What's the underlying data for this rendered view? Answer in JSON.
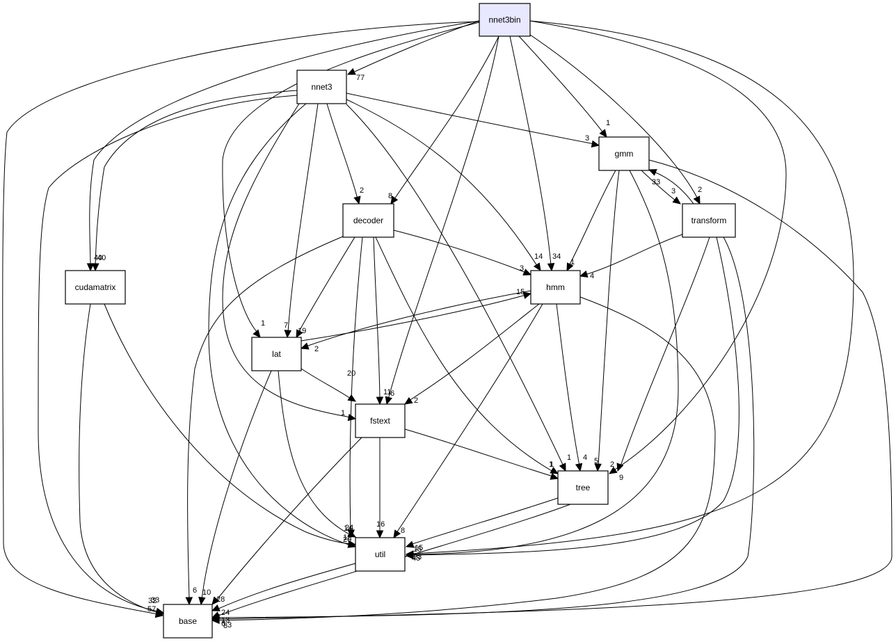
{
  "graph": {
    "nodes": {
      "nnet3bin": "nnet3bin",
      "nnet3": "nnet3",
      "gmm": "gmm",
      "decoder": "decoder",
      "transform": "transform",
      "cudamatrix": "cudamatrix",
      "hmm": "hmm",
      "lat": "lat",
      "fstext": "fstext",
      "tree": "tree",
      "util": "util",
      "base": "base"
    },
    "edges": [
      {
        "from": "nnet3bin",
        "to": "nnet3",
        "label": "77"
      },
      {
        "from": "nnet3bin",
        "to": "gmm",
        "label": "1"
      },
      {
        "from": "nnet3bin",
        "to": "decoder",
        "label": "8"
      },
      {
        "from": "nnet3bin",
        "to": "transform",
        "label": "2"
      },
      {
        "from": "nnet3bin",
        "to": "cudamatrix",
        "label": "40"
      },
      {
        "from": "nnet3bin",
        "to": "hmm",
        "label": "34"
      },
      {
        "from": "nnet3bin",
        "to": "lat",
        "label": "1"
      },
      {
        "from": "nnet3bin",
        "to": "fstext",
        "label": "6"
      },
      {
        "from": "nnet3bin",
        "to": "tree",
        "label": "9"
      },
      {
        "from": "nnet3bin",
        "to": "util",
        "label": "45"
      },
      {
        "from": "nnet3bin",
        "to": "base",
        "label": "57"
      },
      {
        "from": "nnet3",
        "to": "gmm",
        "label": "3"
      },
      {
        "from": "nnet3",
        "to": "decoder",
        "label": "2"
      },
      {
        "from": "nnet3",
        "to": "cudamatrix",
        "label": "40"
      },
      {
        "from": "nnet3",
        "to": "hmm",
        "label": "14"
      },
      {
        "from": "nnet3",
        "to": "lat",
        "label": "7"
      },
      {
        "from": "nnet3",
        "to": "fstext",
        "label": "1"
      },
      {
        "from": "nnet3",
        "to": "tree",
        "label": "1"
      },
      {
        "from": "nnet3",
        "to": "util",
        "label": "20"
      },
      {
        "from": "nnet3",
        "to": "base",
        "label": "32"
      },
      {
        "from": "gmm",
        "to": "transform",
        "label": "3"
      },
      {
        "from": "gmm",
        "to": "hmm",
        "label": "1"
      },
      {
        "from": "gmm",
        "to": "tree",
        "label": "5"
      },
      {
        "from": "gmm",
        "to": "util",
        "label": "23"
      },
      {
        "from": "gmm",
        "to": "base",
        "label": "13"
      },
      {
        "from": "transform",
        "to": "gmm",
        "label": "33"
      },
      {
        "from": "transform",
        "to": "hmm",
        "label": "4"
      },
      {
        "from": "transform",
        "to": "tree",
        "label": "2"
      },
      {
        "from": "transform",
        "to": "util",
        "label": "15"
      },
      {
        "from": "transform",
        "to": "base",
        "label": "24"
      },
      {
        "from": "decoder",
        "to": "hmm",
        "label": "3"
      },
      {
        "from": "decoder",
        "to": "lat",
        "label": "19"
      },
      {
        "from": "decoder",
        "to": "fstext",
        "label": "11"
      },
      {
        "from": "decoder",
        "to": "tree",
        "label": "1"
      },
      {
        "from": "decoder",
        "to": "util",
        "label": "14"
      },
      {
        "from": "decoder",
        "to": "base",
        "label": "6"
      },
      {
        "from": "cudamatrix",
        "to": "util",
        "label": "12"
      },
      {
        "from": "cudamatrix",
        "to": "base",
        "label": "33"
      },
      {
        "from": "hmm",
        "to": "lat",
        "label": "2"
      },
      {
        "from": "hmm",
        "to": "fstext",
        "label": "2"
      },
      {
        "from": "hmm",
        "to": "tree",
        "label": "4"
      },
      {
        "from": "hmm",
        "to": "util",
        "label": "8"
      },
      {
        "from": "hmm",
        "to": "base",
        "label": "6"
      },
      {
        "from": "lat",
        "to": "hmm",
        "label": "15"
      },
      {
        "from": "lat",
        "to": "fstext",
        "label": "20"
      },
      {
        "from": "lat",
        "to": "util",
        "label": "24"
      },
      {
        "from": "lat",
        "to": "base",
        "label": "10"
      },
      {
        "from": "fstext",
        "to": "tree",
        "label": "1"
      },
      {
        "from": "fstext",
        "to": "util",
        "label": "16"
      },
      {
        "from": "fstext",
        "to": "base",
        "label": "28"
      },
      {
        "from": "tree",
        "to": "util",
        "label": "15"
      },
      {
        "from": "tree",
        "to": "base",
        "label": "8"
      },
      {
        "from": "util",
        "to": "base",
        "label": "3"
      }
    ]
  }
}
